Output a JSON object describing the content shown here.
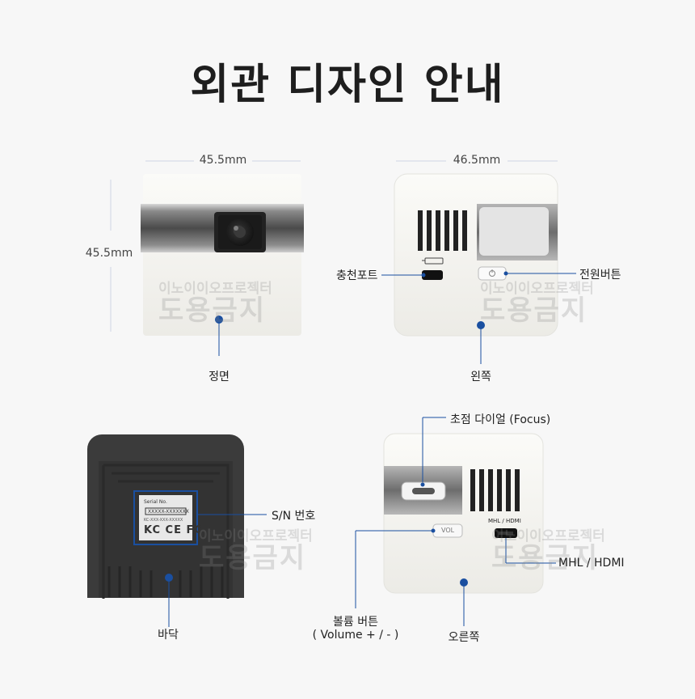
{
  "title": "외관 디자인 안내",
  "dimensions": {
    "front_width": "45.5mm",
    "front_height": "45.5mm",
    "left_width": "46.5mm"
  },
  "labels": {
    "front": "정면",
    "left": "왼쪽",
    "charge_port": "충천포트",
    "power_button": "전원버튼",
    "bottom": "바닥",
    "serial": "S/N 번호",
    "focus_dial": "초점 다이얼 (Focus)",
    "hdmi": "MHL / HDMI",
    "volume": "볼륨 버튼",
    "volume_sub": "( Volume + / - )",
    "right": "오른쪽"
  },
  "device_text": {
    "serial_label": "Serial No.",
    "serial_value": "XXXXX-XXXXXXX",
    "cert_line": "KC-XXX-XXX-XXXXX",
    "cert_marks": "KC CE FC",
    "vol_label": "VOL",
    "hdmi_port_label": "MHL / HDMI"
  },
  "watermark": {
    "line1": "이노이이오프로젝터",
    "line2": "도용금지"
  },
  "colors": {
    "accent": "#1a4fa0",
    "body_white": "#f2f1ec",
    "body_dark": "#3a3a3a"
  }
}
